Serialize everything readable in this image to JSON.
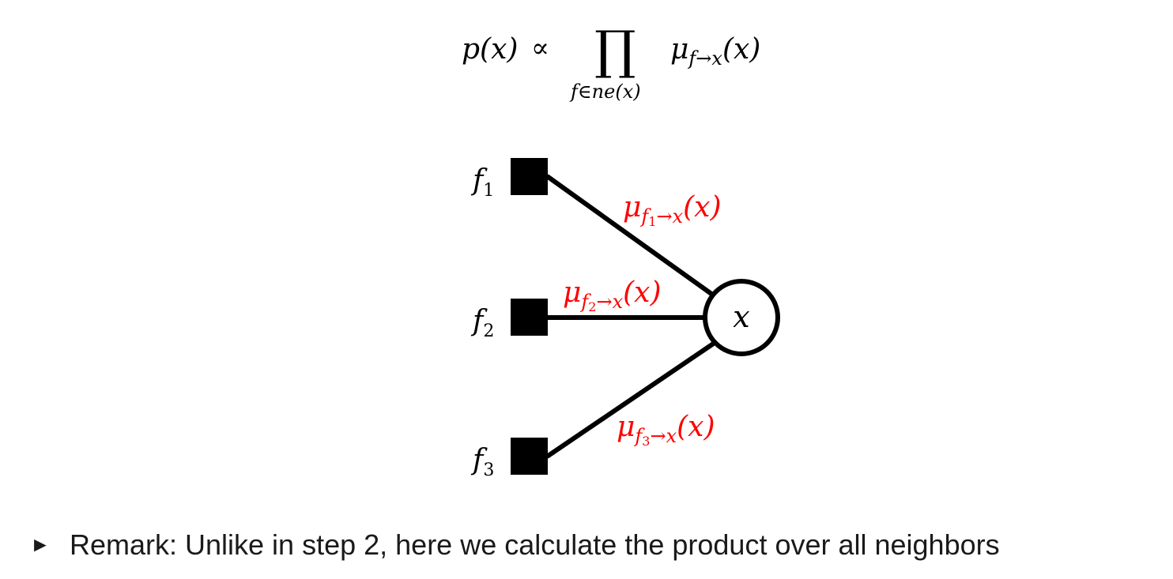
{
  "formula": {
    "lhs": "p(x)",
    "relation": "∝",
    "operator": "∏",
    "sub_f": "f",
    "sub_in": "∈",
    "sub_ne": "ne",
    "sub_arg": "(x)",
    "mu": "μ",
    "mu_sub_f": "f",
    "arrow": "→",
    "mu_sub_x": "x",
    "mu_arg": "(x)"
  },
  "diagram": {
    "factors": [
      {
        "name": "f",
        "index": "1"
      },
      {
        "name": "f",
        "index": "2"
      },
      {
        "name": "f",
        "index": "3"
      }
    ],
    "variable": "x",
    "messages": [
      {
        "mu": "μ",
        "f": "f",
        "index": "1",
        "arrow": "→",
        "x": "x",
        "arg": "(x)"
      },
      {
        "mu": "μ",
        "f": "f",
        "index": "2",
        "arrow": "→",
        "x": "x",
        "arg": "(x)"
      },
      {
        "mu": "μ",
        "f": "f",
        "index": "3",
        "arrow": "→",
        "x": "x",
        "arg": "(x)"
      }
    ],
    "colors": {
      "edge": "#000000",
      "node": "#000000",
      "message": "#ff0000"
    }
  },
  "remark": {
    "bullet": "►",
    "text": "Remark: Unlike in step 2, here we calculate the product over all neighbors"
  }
}
